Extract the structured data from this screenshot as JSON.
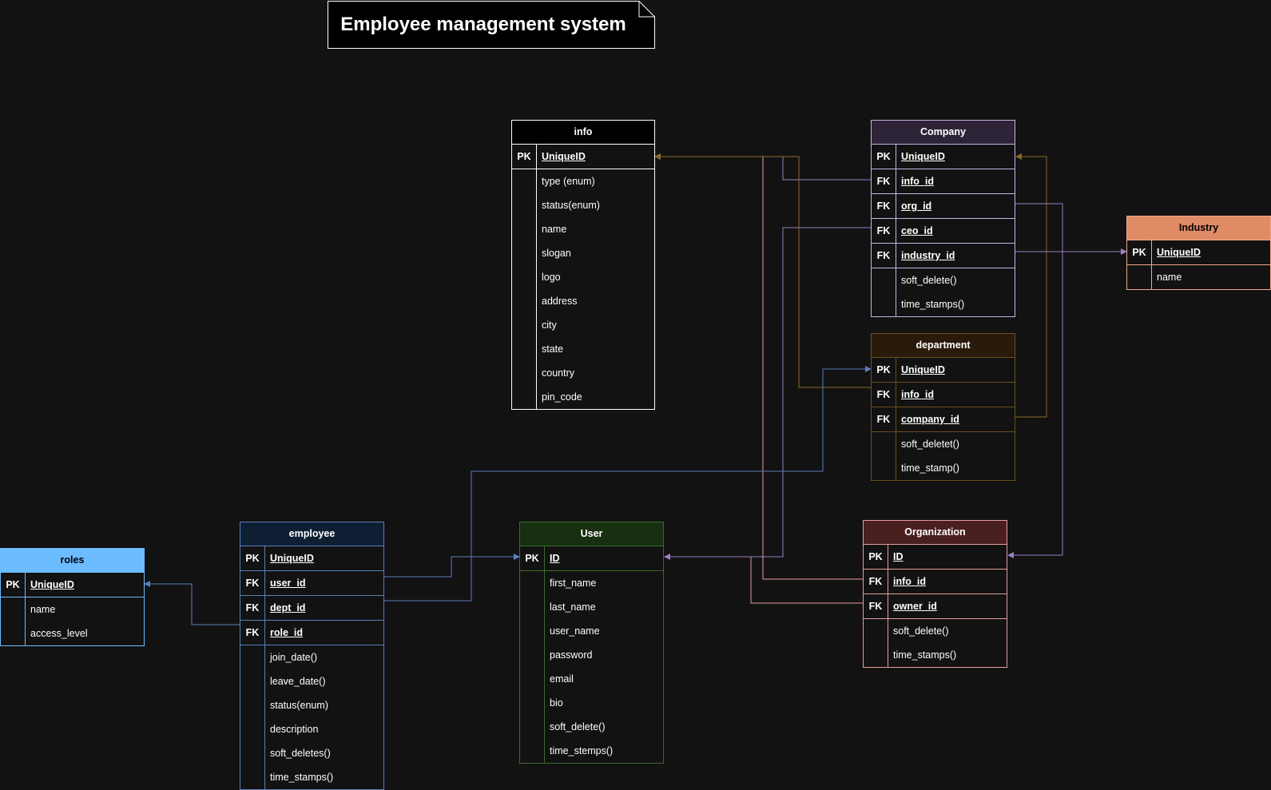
{
  "title": "Employee management system",
  "colors": {
    "background": "#121212",
    "info": "#ffffff",
    "company": "#c9b3e6",
    "company_header": "#2e2438",
    "industry": "#f2a98a",
    "industry_header": "#e08a66",
    "department": "#6b4e1f",
    "department_header": "#2a1a0a",
    "user": "#3d6b2a",
    "user_header": "#17300f",
    "organization": "#e59e9e",
    "organization_header": "#4a1f1f",
    "employee": "#5b7fb8",
    "employee_header": "#0f1f33",
    "roles": "#6bbcff",
    "roles_header": "#6bbcff"
  },
  "entities": {
    "info": {
      "title": "info",
      "keys": [
        {
          "k": "PK",
          "f": "UniqueID"
        }
      ],
      "fields": [
        "type (enum)",
        "status(enum)",
        "name",
        "slogan",
        "logo",
        "address",
        "city",
        "state",
        "country",
        "pin_code"
      ]
    },
    "company": {
      "title": "Company",
      "keys": [
        {
          "k": "PK",
          "f": "UniqueID"
        },
        {
          "k": "FK",
          "f": "info_id"
        },
        {
          "k": "FK",
          "f": "org_id"
        },
        {
          "k": "FK",
          "f": "ceo_id"
        },
        {
          "k": "FK",
          "f": "industry_id"
        }
      ],
      "fields": [
        "soft_delete()",
        "time_stamps()"
      ]
    },
    "industry": {
      "title": "Industry",
      "keys": [
        {
          "k": "PK",
          "f": "UniqueID"
        }
      ],
      "fields": [
        "name"
      ]
    },
    "department": {
      "title": "department",
      "keys": [
        {
          "k": "PK",
          "f": "UniqueID"
        },
        {
          "k": "FK",
          "f": "info_id"
        },
        {
          "k": "FK",
          "f": "company_id"
        }
      ],
      "fields": [
        "soft_deletet()",
        "time_stamp()"
      ]
    },
    "user": {
      "title": "User",
      "keys": [
        {
          "k": "PK",
          "f": "ID"
        }
      ],
      "fields": [
        "first_name",
        "last_name",
        "user_name",
        "password",
        "email",
        "bio",
        "soft_delete()",
        "time_stemps()"
      ]
    },
    "organization": {
      "title": "Organization",
      "keys": [
        {
          "k": "PK",
          "f": "ID"
        },
        {
          "k": "FK",
          "f": "info_id"
        },
        {
          "k": "FK",
          "f": "owner_id"
        }
      ],
      "fields": [
        "soft_delete()",
        "time_stamps()"
      ]
    },
    "employee": {
      "title": "employee",
      "keys": [
        {
          "k": "PK",
          "f": "UniqueID"
        },
        {
          "k": "FK",
          "f": "user_id"
        },
        {
          "k": "FK",
          "f": "dept_id"
        },
        {
          "k": "FK",
          "f": "role_id"
        }
      ],
      "fields": [
        "join_date()",
        "leave_date()",
        "status(enum)",
        "description",
        "soft_deletes()",
        "time_stamps()"
      ]
    },
    "roles": {
      "title": "roles",
      "keys": [
        {
          "k": "PK",
          "f": "UniqueID"
        }
      ],
      "fields": [
        "name",
        "access_level"
      ]
    }
  }
}
